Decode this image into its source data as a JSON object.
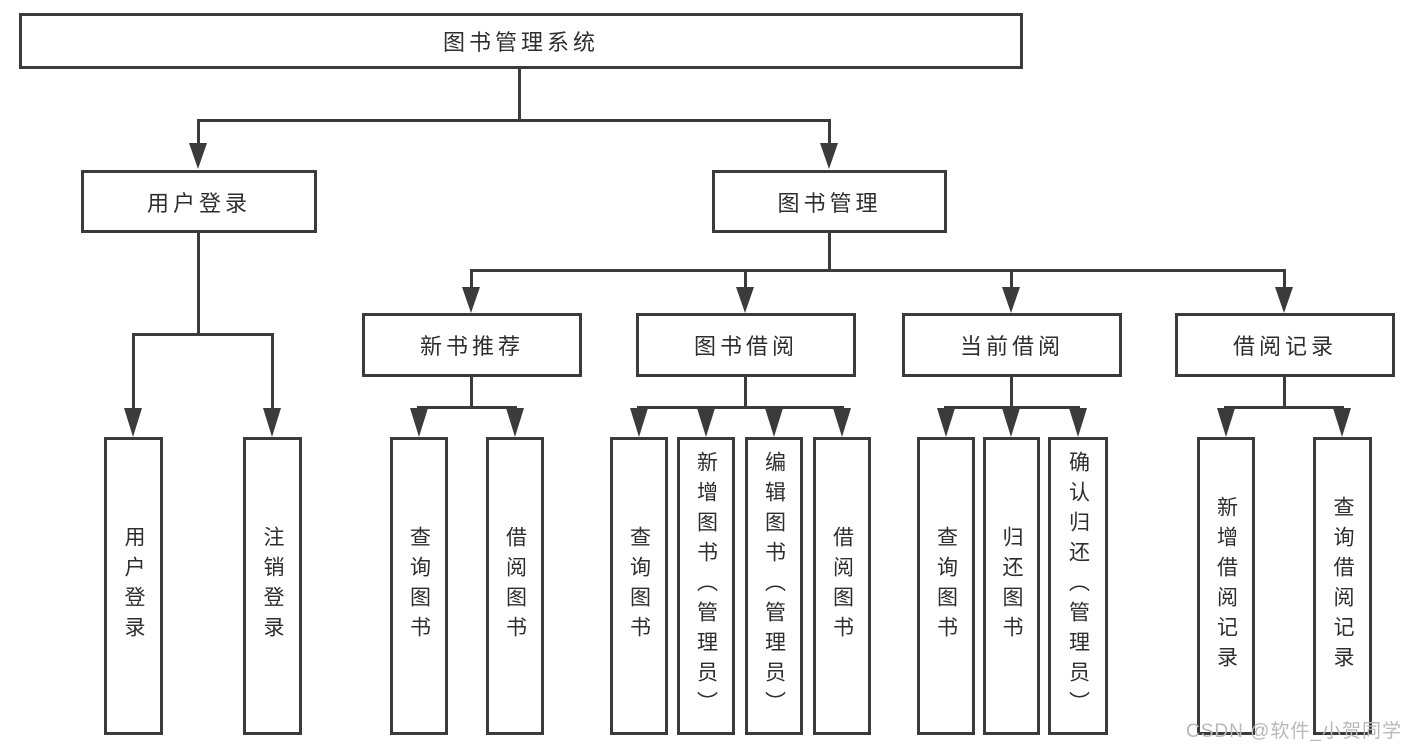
{
  "diagram": {
    "title": "图书管理系统",
    "root": {
      "label": "图书管理系统"
    },
    "level2": [
      {
        "label": "用户登录"
      },
      {
        "label": "图书管理"
      }
    ],
    "level3": [
      {
        "label": "新书推荐",
        "parent": "图书管理"
      },
      {
        "label": "图书借阅",
        "parent": "图书管理"
      },
      {
        "label": "当前借阅",
        "parent": "图书管理"
      },
      {
        "label": "借阅记录",
        "parent": "图书管理"
      }
    ],
    "leaves": [
      {
        "label": "用户登录",
        "parent": "用户登录"
      },
      {
        "label": "注销登录",
        "parent": "用户登录"
      },
      {
        "label": "查询图书",
        "parent": "新书推荐"
      },
      {
        "label": "借阅图书",
        "parent": "新书推荐"
      },
      {
        "label": "查询图书",
        "parent": "图书借阅"
      },
      {
        "label": "新增图书（管理员）",
        "parent": "图书借阅"
      },
      {
        "label": "编辑图书（管理员）",
        "parent": "图书借阅"
      },
      {
        "label": "借阅图书",
        "parent": "图书借阅"
      },
      {
        "label": "查询图书",
        "parent": "当前借阅"
      },
      {
        "label": "归还图书",
        "parent": "当前借阅"
      },
      {
        "label": "确认归还（管理员）",
        "parent": "当前借阅"
      },
      {
        "label": "新增借阅记录",
        "parent": "借阅记录"
      },
      {
        "label": "查询借阅记录",
        "parent": "借阅记录"
      }
    ],
    "watermark": "CSDN @软件_小贺同学",
    "colors": {
      "line": "#3b3b3b",
      "text": "#2e2e2e",
      "watermark": "#b9b9bd",
      "background": "#ffffff"
    }
  }
}
